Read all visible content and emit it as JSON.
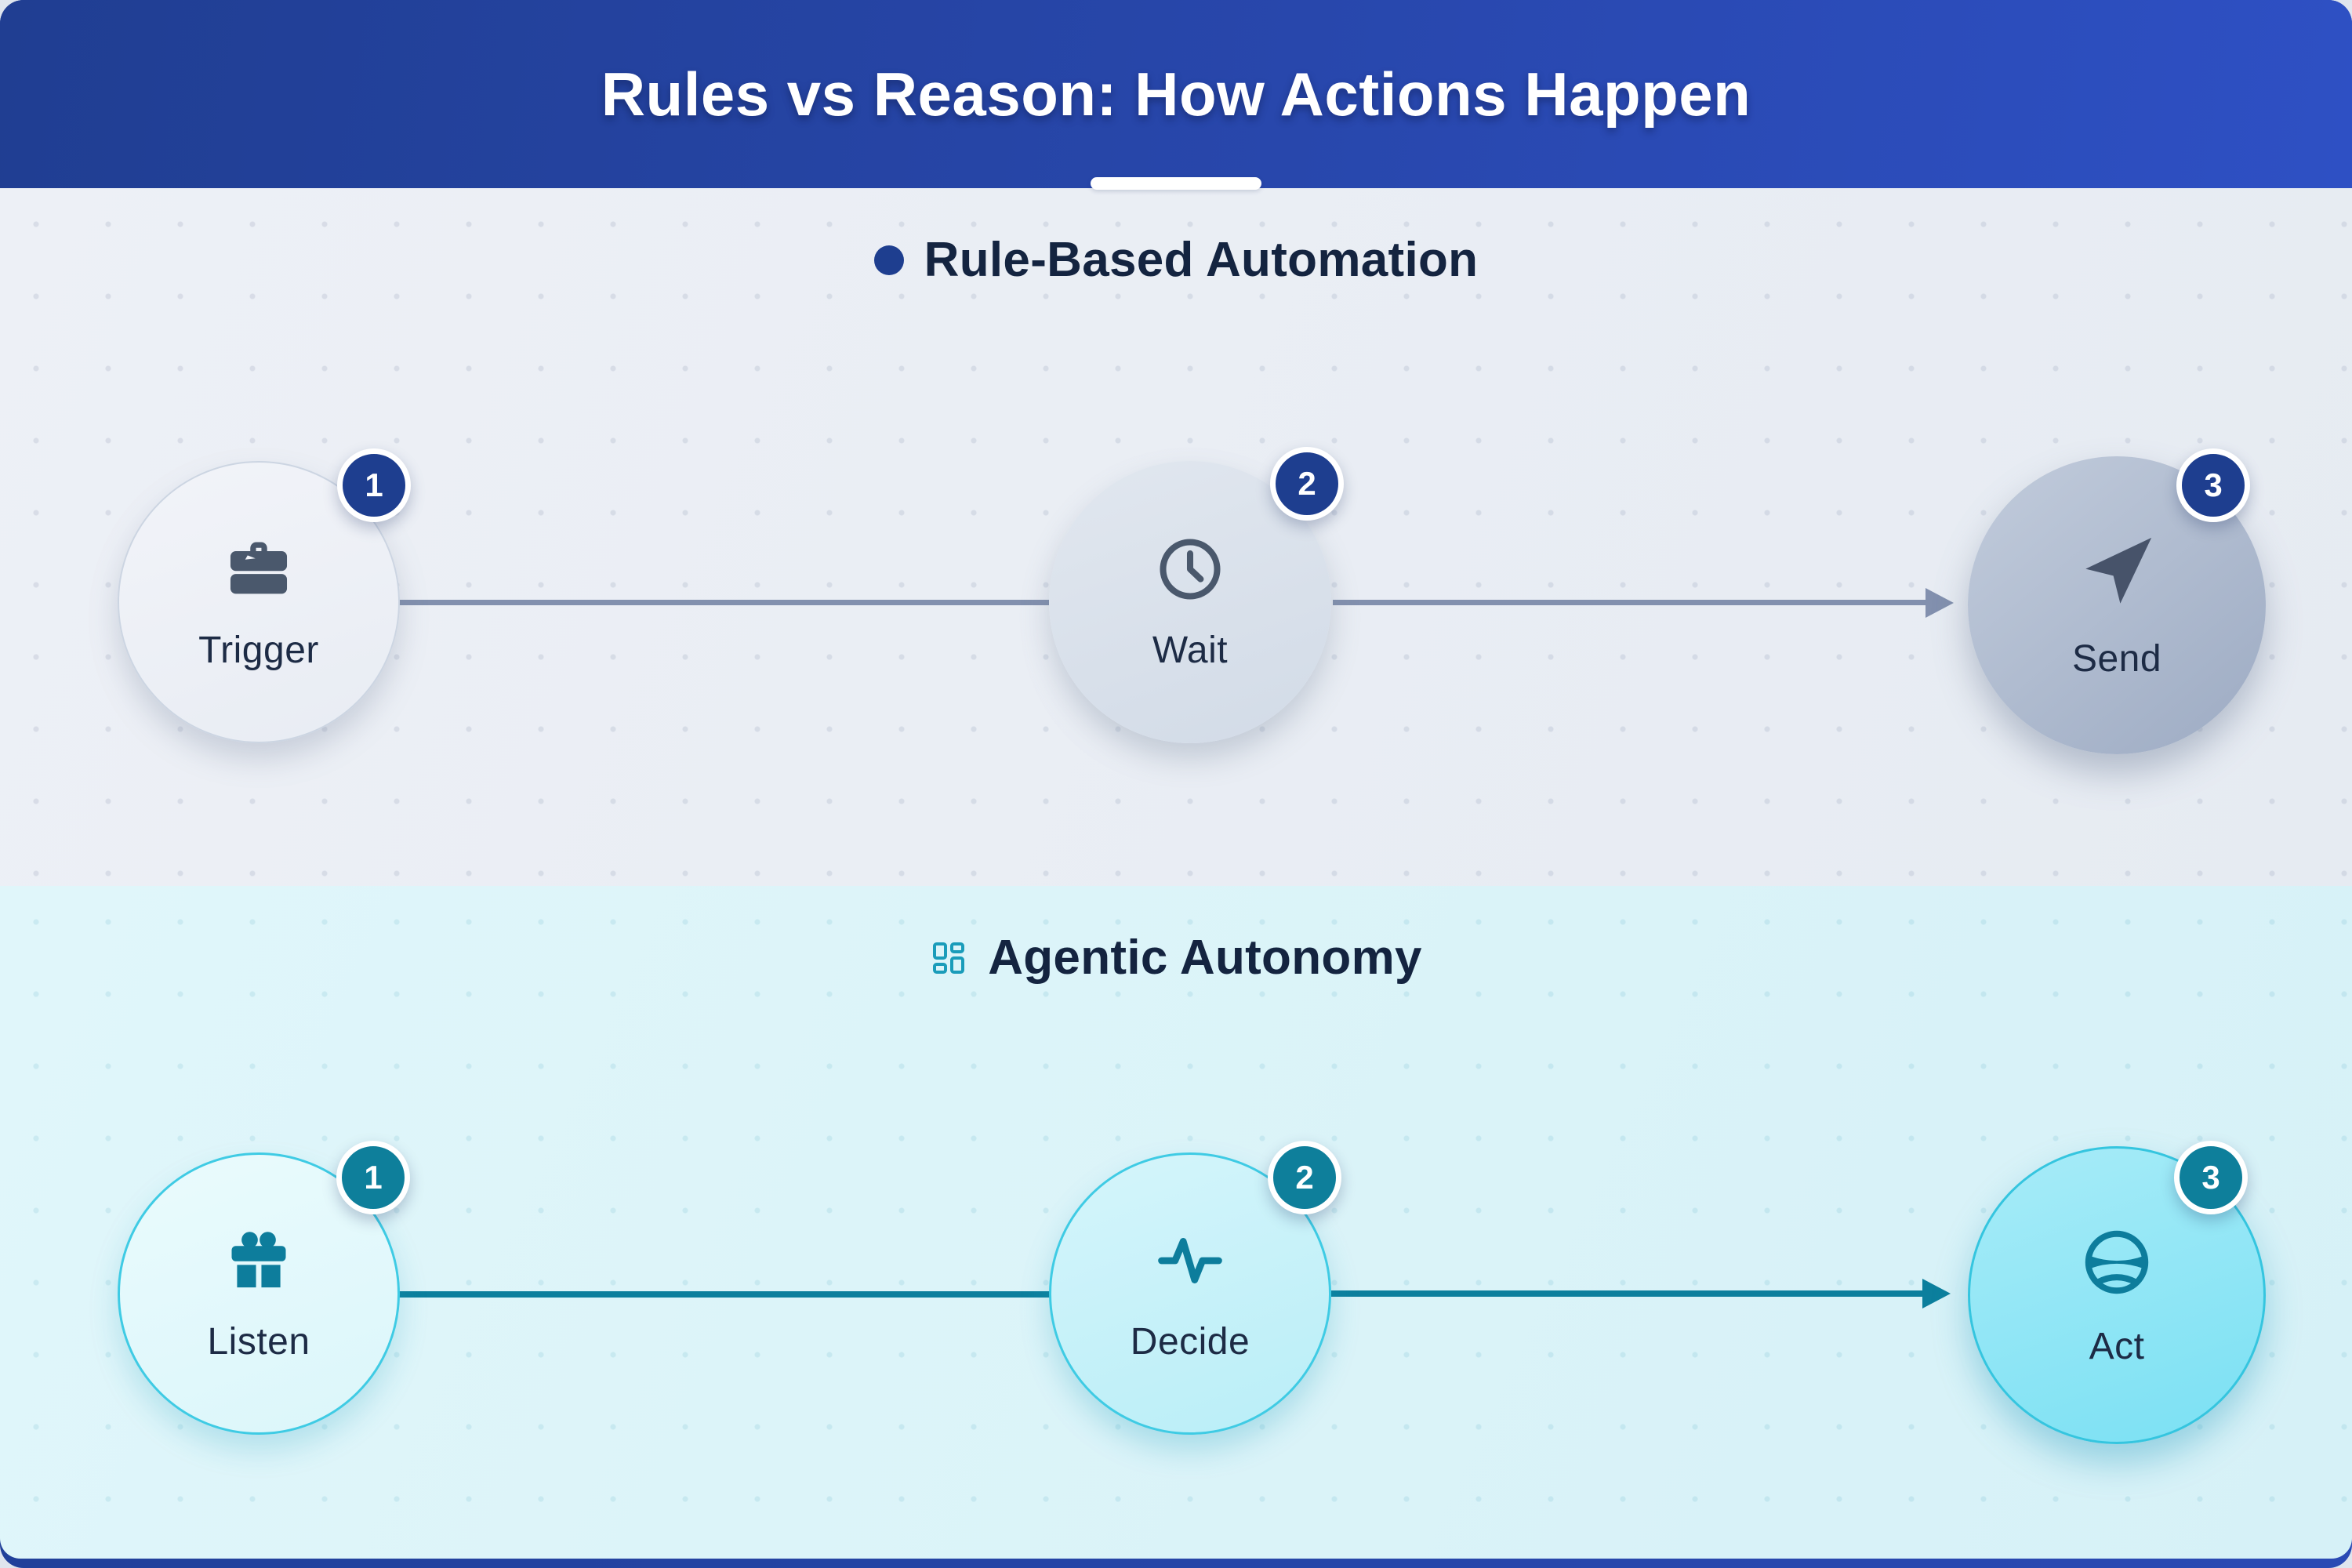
{
  "header": {
    "title": "Rules vs Reason: How Actions Happen"
  },
  "sections": [
    {
      "heading": "Rule-Based Automation",
      "heading_icon": "filled-circle-icon",
      "accent_color": "#1e3e8f",
      "connector_color": "#8290ae",
      "nodes": [
        {
          "label": "Trigger",
          "badge": "1",
          "icon": "briefcase-icon"
        },
        {
          "label": "Wait",
          "badge": "2",
          "icon": "clock-icon"
        },
        {
          "label": "Send",
          "badge": "3",
          "icon": "send-arrow-icon"
        }
      ]
    },
    {
      "heading": "Agentic Autonomy",
      "heading_icon": "layout-grid-icon",
      "accent_color": "#0e7f9b",
      "connector_color": "#0c7f9d",
      "nodes": [
        {
          "label": "Listen",
          "badge": "1",
          "icon": "gift-icon"
        },
        {
          "label": "Decide",
          "badge": "2",
          "icon": "activity-pulse-icon"
        },
        {
          "label": "Act",
          "badge": "3",
          "icon": "steering-wheel-icon"
        }
      ]
    }
  ],
  "colors": {
    "header_blue_start": "#203e92",
    "header_blue_end": "#2e50c4",
    "rule_panel_bg": "#e9edf4",
    "agentic_panel_bg": "#dbf3f8",
    "rule_badge": "#1e3e8f",
    "agentic_badge": "#0e7f9b",
    "icon_slate": "#4a586c",
    "icon_teal": "#0d7d9c",
    "label_navy": "#1d2b45"
  }
}
